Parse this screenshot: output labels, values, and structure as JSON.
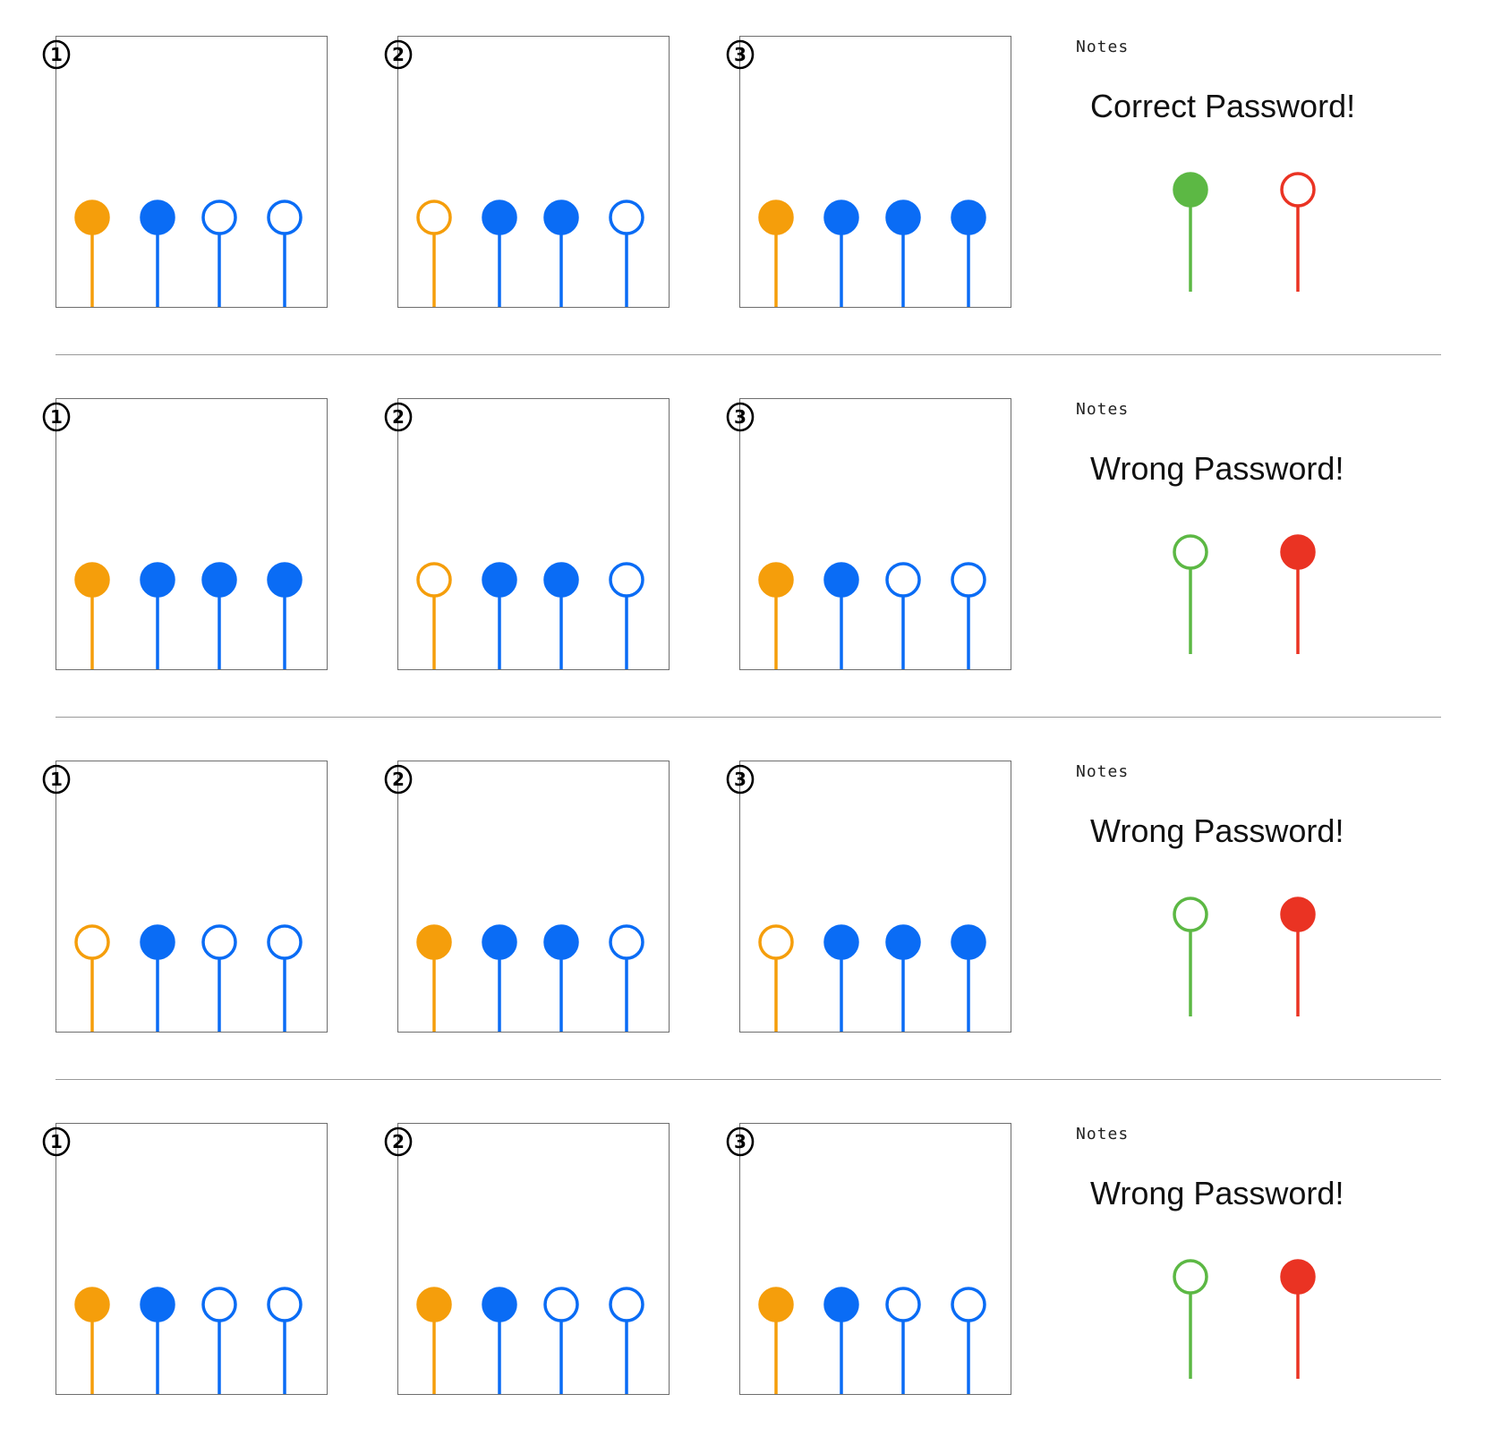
{
  "colors": {
    "orange": "#f59e0b",
    "blue": "#0a6cf5",
    "green": "#5cb844",
    "red": "#ea3323",
    "border": "#6e6e6e"
  },
  "rows": [
    {
      "steps": [
        {
          "label": "1",
          "pins": [
            true,
            true,
            false,
            false
          ]
        },
        {
          "label": "2",
          "pins": [
            false,
            true,
            true,
            false
          ]
        },
        {
          "label": "3",
          "pins": [
            true,
            true,
            true,
            true
          ]
        }
      ],
      "notes_label": "Notes",
      "result": "Correct Password!",
      "green_filled": true,
      "red_filled": false
    },
    {
      "steps": [
        {
          "label": "1",
          "pins": [
            true,
            true,
            true,
            true
          ]
        },
        {
          "label": "2",
          "pins": [
            false,
            true,
            true,
            false
          ]
        },
        {
          "label": "3",
          "pins": [
            true,
            true,
            false,
            false
          ]
        }
      ],
      "notes_label": "Notes",
      "result": "Wrong Password!",
      "green_filled": false,
      "red_filled": true
    },
    {
      "steps": [
        {
          "label": "1",
          "pins": [
            false,
            true,
            false,
            false
          ]
        },
        {
          "label": "2",
          "pins": [
            true,
            true,
            true,
            false
          ]
        },
        {
          "label": "3",
          "pins": [
            false,
            true,
            true,
            true
          ]
        }
      ],
      "notes_label": "Notes",
      "result": "Wrong Password!",
      "green_filled": false,
      "red_filled": true
    },
    {
      "steps": [
        {
          "label": "1",
          "pins": [
            true,
            true,
            false,
            false
          ]
        },
        {
          "label": "2",
          "pins": [
            true,
            true,
            false,
            false
          ]
        },
        {
          "label": "3",
          "pins": [
            true,
            true,
            false,
            false
          ]
        }
      ],
      "notes_label": "Notes",
      "result": "Wrong Password!",
      "green_filled": false,
      "red_filled": true
    }
  ]
}
